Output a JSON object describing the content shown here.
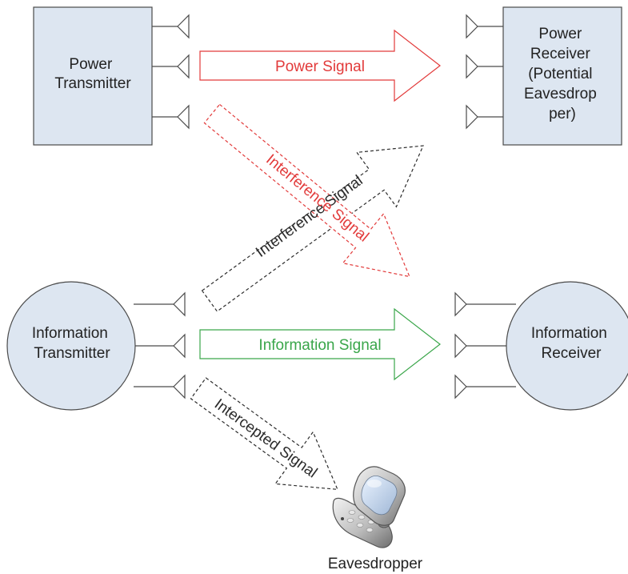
{
  "nodes": {
    "power_transmitter": [
      "Power",
      "Transmitter"
    ],
    "power_receiver": [
      "Power",
      "Receiver",
      "(Potential",
      "Eavesdrop",
      "per)"
    ],
    "information_transmitter": [
      "Information",
      "Transmitter"
    ],
    "information_receiver": [
      "Information",
      "Receiver"
    ],
    "eavesdropper": "Eavesdropper"
  },
  "signals": {
    "power": "Power Signal",
    "information": "Information Signal",
    "interference_red": "Interference Signal",
    "interference_black": "Interference Signal",
    "intercepted": "Intercepted Signal"
  },
  "colors": {
    "node_fill": "#dde6f1",
    "power": "#e23a3a",
    "information": "#3aa64a",
    "neutral": "#2b2b2b"
  },
  "icons": {
    "antenna": "antenna-icon",
    "eavesdropper": "mobile-phone-icon"
  }
}
